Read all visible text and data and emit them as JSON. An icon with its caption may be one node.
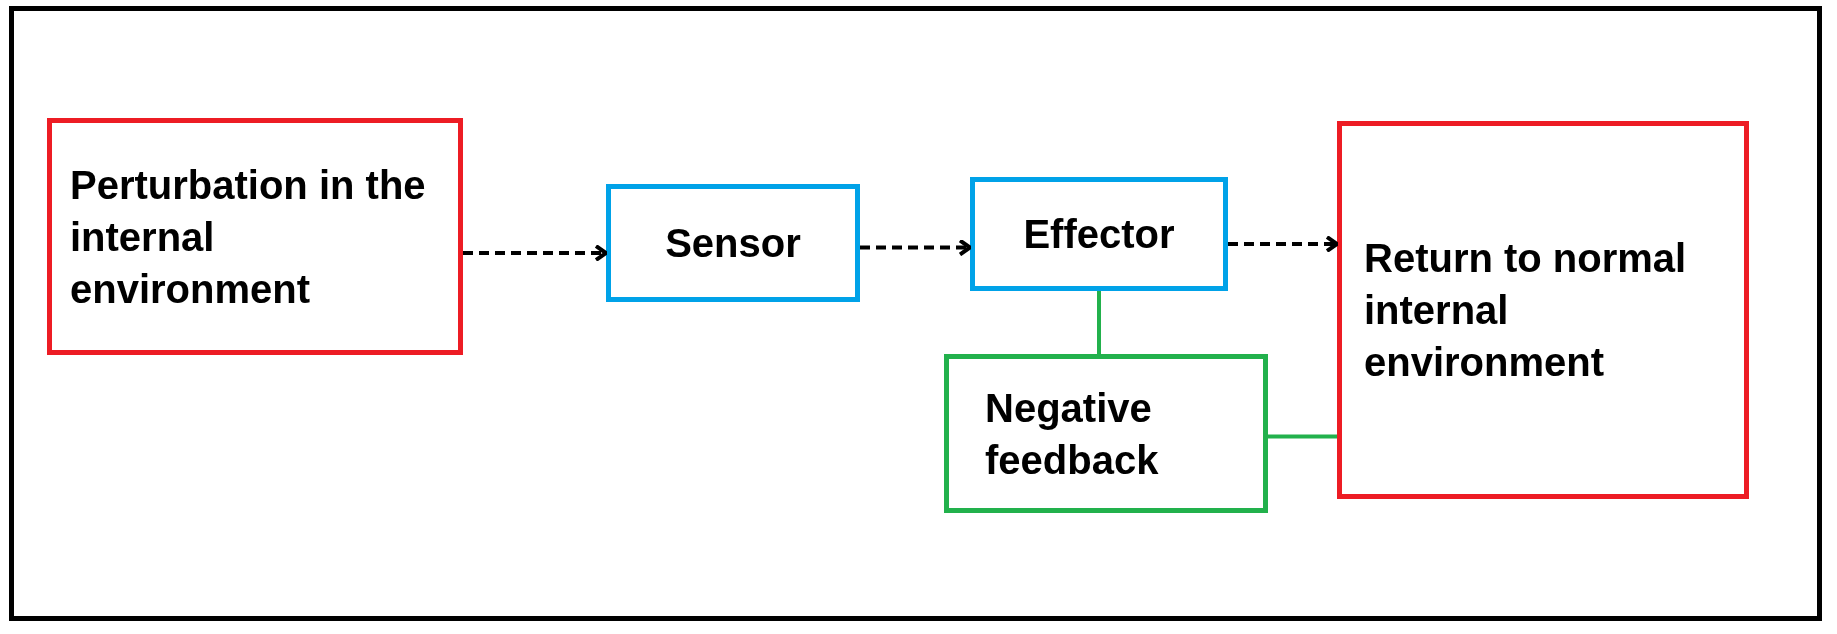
{
  "diagram": {
    "nodes": [
      {
        "text": [
          "Perturbation in the internal environment"
        ]
      },
      {
        "text": [
          "Sensor"
        ]
      },
      {
        "text": [
          "Effector"
        ]
      },
      {
        "text": [
          "Return to normal internal environment"
        ]
      },
      {
        "text": [
          "Negative feedback"
        ]
      }
    ],
    "edges": [
      {
        "from": 0,
        "to": 1,
        "arrow": "to",
        "style": "dashed"
      },
      {
        "from": 1,
        "to": 2,
        "arrow": "to",
        "style": "dashed"
      },
      {
        "from": 2,
        "to": 3,
        "arrow": "to",
        "style": "dashed"
      },
      {
        "from": 2,
        "to": 4,
        "arrow": "none",
        "color": "#22b14c"
      },
      {
        "from": 4,
        "to": 3,
        "arrow": "none",
        "color": "#22b14c"
      }
    ]
  }
}
